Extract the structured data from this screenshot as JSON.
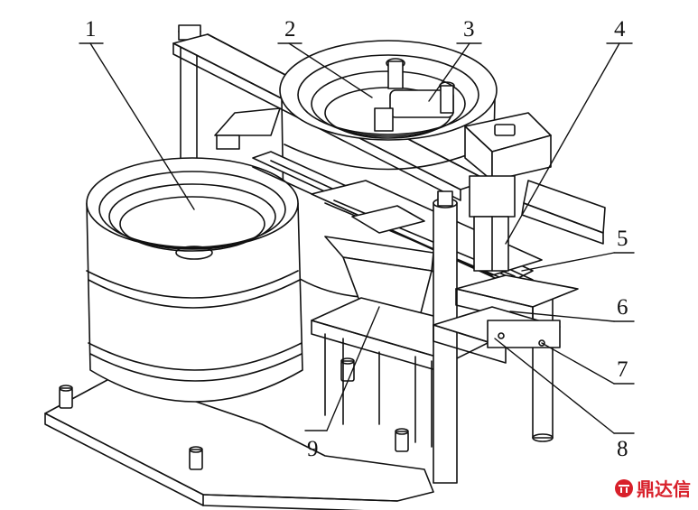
{
  "callouts": [
    "1",
    "2",
    "3",
    "4",
    "5",
    "6",
    "7",
    "8",
    "9"
  ],
  "watermark": {
    "text": "鼎达信",
    "color": "#d8202a"
  },
  "colors": {
    "line": "#111111",
    "background": "#ffffff"
  }
}
